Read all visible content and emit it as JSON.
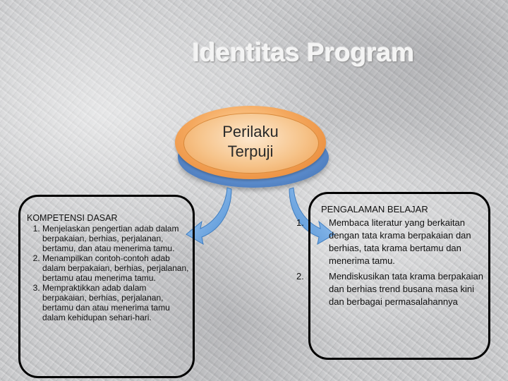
{
  "slide": {
    "title": "Identitas Program",
    "center": {
      "line1": "Perilaku",
      "line2": "Terpuji"
    },
    "left": {
      "heading": "KOMPETENSI DASAR",
      "items": [
        "Menjelaskan pengertian adab dalam berpakaian, berhias, perjalanan, bertamu, dan atau menerima tamu.",
        "Menampilkan contoh-contoh adab dalam berpakaian, berhias, perjalanan, bertamu atau menerima tamu.",
        "Mempraktikkan adab dalam berpakaian, berhias, perjalanan, bertamu dan atau menerima tamu dalam kehidupan sehari-hari."
      ]
    },
    "right": {
      "heading": "PENGALAMAN BELAJAR",
      "items": [
        {
          "num": "1.",
          "text": "Membaca literatur yang berkaitan dengan tata krama berpakaian dan berhias, tata krama bertamu dan menerima tamu."
        },
        {
          "num": "2.",
          "text": "Mendiskusikan tata krama berpakaian dan berhias trend busana masa kini dan berbagai permasalahannya"
        }
      ]
    }
  },
  "colors": {
    "oval_orange": "#f4a85e",
    "oval_blue": "#5f8fcf",
    "arrow_blue": "#5b9bdc"
  }
}
